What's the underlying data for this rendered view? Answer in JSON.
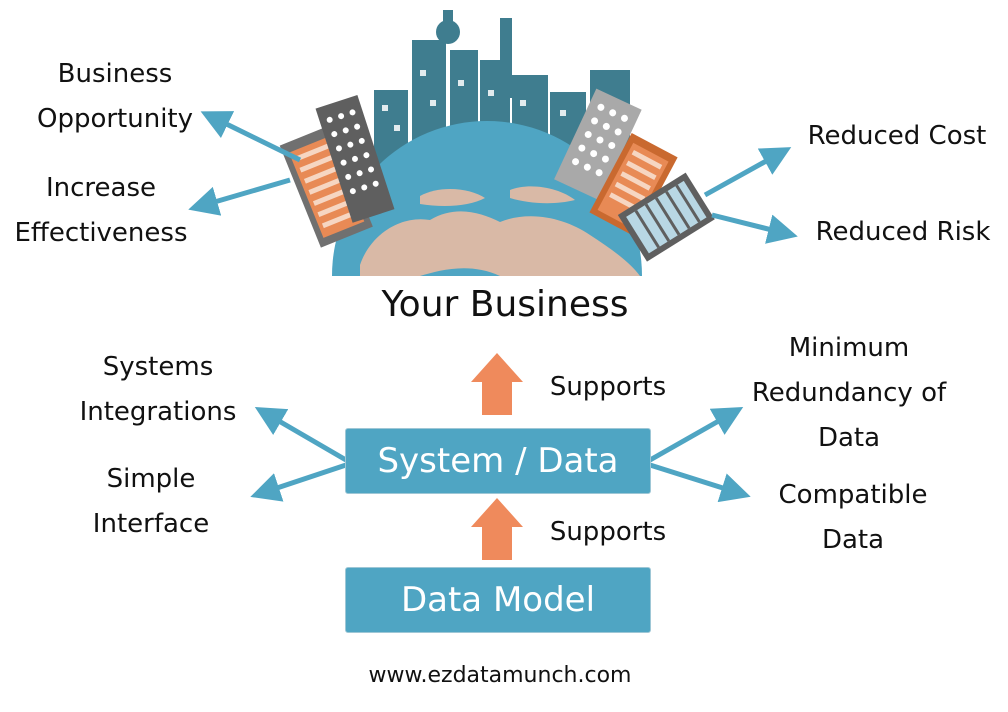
{
  "business": {
    "title": "Your Business",
    "left_benefits": [
      "Business\nOpportunity",
      "Increase\nEffectiveness"
    ],
    "right_benefits": [
      "Reduced Cost",
      "Reduced Risk"
    ]
  },
  "system": {
    "label": "System / Data",
    "supports_label": "Supports",
    "left_features": [
      "Systems\nIntegrations",
      "Simple\nInterface"
    ],
    "right_features": [
      "Minimum\nRedundancy of\nData",
      "Compatible\nData"
    ]
  },
  "data_model": {
    "label": "Data Model",
    "supports_label": "Supports"
  },
  "footer": {
    "url": "www.ezdatamunch.com"
  },
  "colors": {
    "box": "#4fa5c3",
    "arrow_up": "#ef8a5c",
    "connector": "#4fa5c3",
    "globe_ocean": "#4fa5c3",
    "globe_land": "#d9b9a6",
    "city_dark": "#3f7d8f",
    "building_orange": "#e88a55",
    "building_gray": "#707070",
    "building_light": "#b8d7e4"
  }
}
